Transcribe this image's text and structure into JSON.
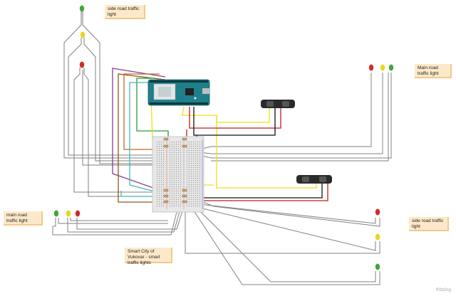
{
  "notes": {
    "side_road_top": "side road traffic light",
    "main_road_right": "Main road traffic light",
    "main_road_left": "main road traffic light",
    "side_road_right": "side road traffic light",
    "caption": "Smart City of Vukovar - smart traffic lights"
  },
  "brand": "fritzing",
  "colors": {
    "led_red": "#d12a2a",
    "led_yellow": "#e8d61e",
    "led_green": "#3ea83a",
    "wire_gray": "#7a7a7a",
    "wire_yellow": "#e9e21a",
    "wire_red": "#c8191a",
    "wire_black": "#111111",
    "wire_green": "#2c9a3a",
    "wire_orange": "#c8691d",
    "wire_purple": "#8a3b9a",
    "wire_teal": "#3fb9b4",
    "wire_brown": "#8a5a1a",
    "board_teal": "#1f7f8a",
    "breadboard": "#e8e8e8"
  },
  "components": [
    "arduino-board",
    "breadboard",
    "ir-sensor-1",
    "ir-sensor-2"
  ],
  "traffic_lights": [
    "side-road-top",
    "main-road-right",
    "main-road-left",
    "side-road-right"
  ]
}
